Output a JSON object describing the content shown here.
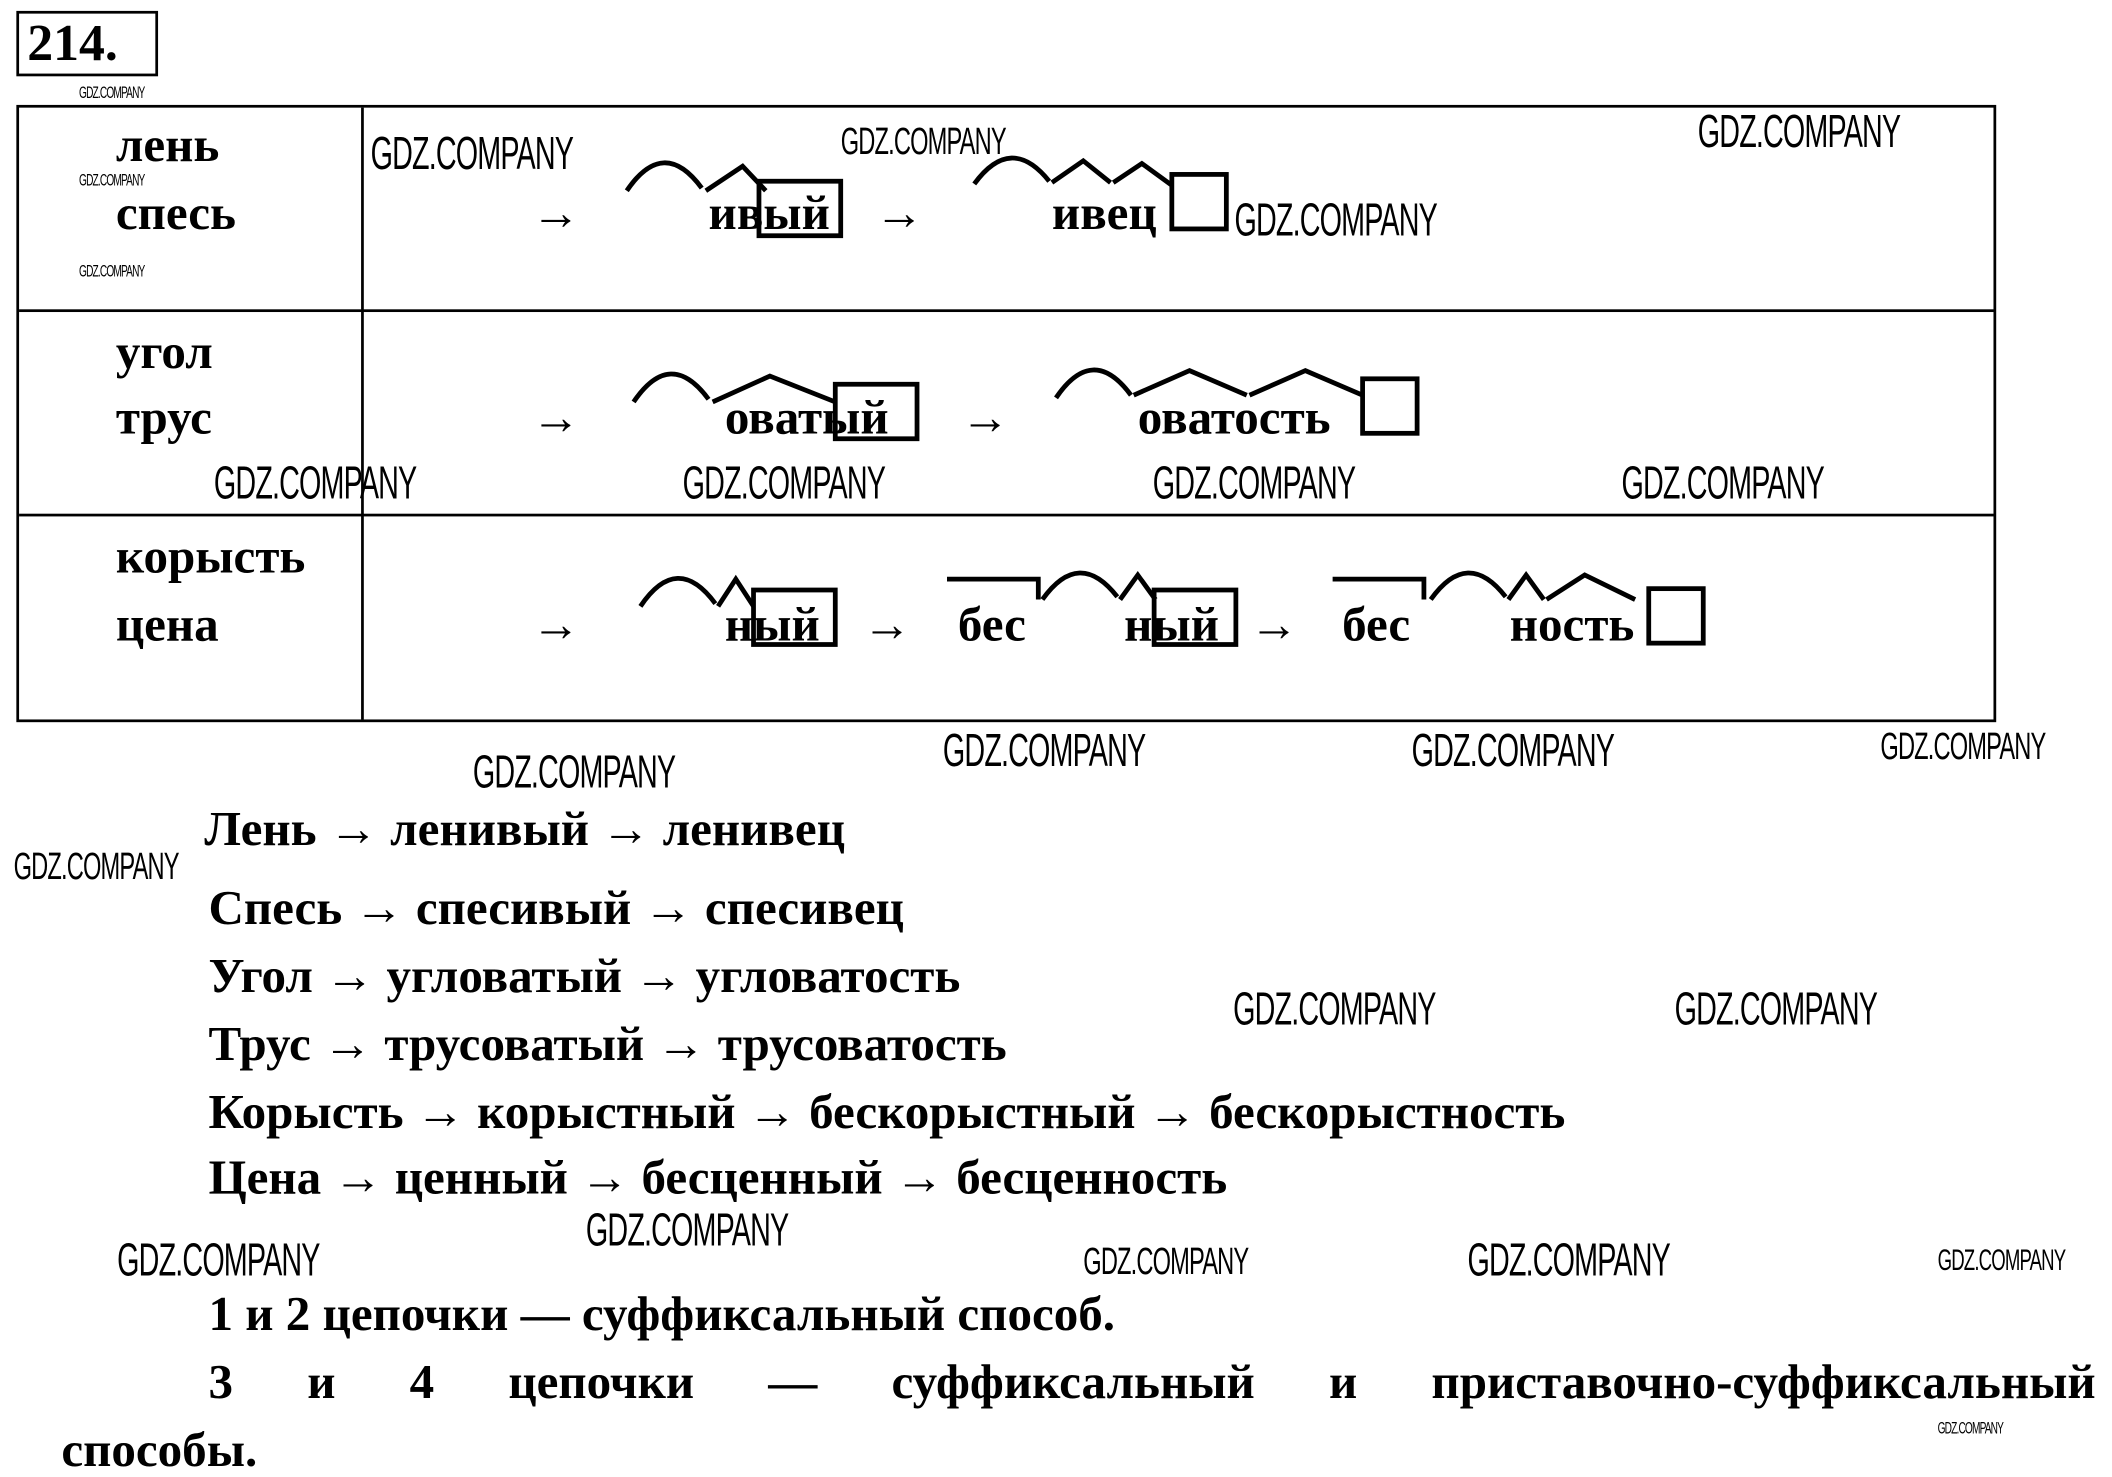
{
  "exercise_number": "214.",
  "watermark": "GDZ.COMPANY",
  "table": {
    "rows": [
      {
        "words": [
          "лень",
          "спесь"
        ],
        "chain": [
          "→",
          "ивый",
          "→",
          "ивец"
        ]
      },
      {
        "words": [
          "угол",
          "трус"
        ],
        "chain": [
          "→",
          "оватый",
          "→",
          "оватость"
        ]
      },
      {
        "words": [
          "корысть",
          "цена"
        ],
        "chain": [
          "→",
          "ный",
          "→",
          "бес",
          "ный",
          "→",
          "бес",
          "ность"
        ]
      }
    ]
  },
  "answer_lines": [
    "Лень → ленивый → ленивец",
    "Спесь → спесивый → спесивец",
    "Угол → угловатый → угловатость",
    "Трус → трусоватый → трусоватость",
    "Корысть → корыстный → бескорыстный → бескорыстность",
    "Цена → ценный → бесценный → бесценность"
  ],
  "conclusion": {
    "line1": "1 и 2 цепочки — суффиксальный способ.",
    "line2": "3 и 4 цепочки — суффиксальный и приставочно-суффиксальный",
    "line3": "способы."
  }
}
